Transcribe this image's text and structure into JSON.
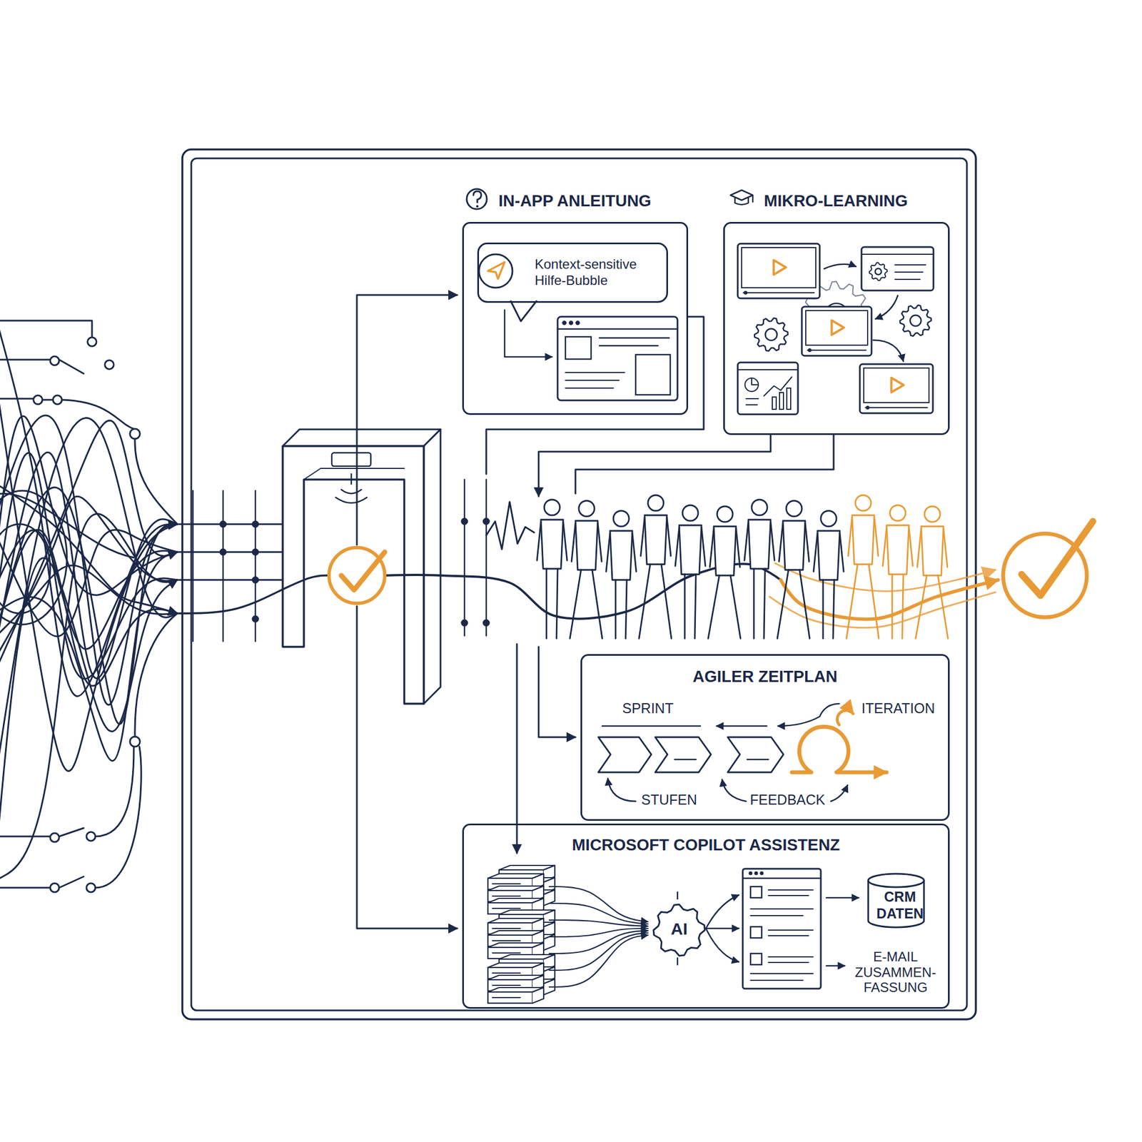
{
  "diagram": {
    "nodes": [
      {
        "text": [
          "IN-APP ANLEITUNG"
        ]
      },
      {
        "text": [
          "Kontext-sensitive Hilfe-Bubble"
        ],
        "in": 0
      },
      {
        "text": [
          "MIKRO-LEARNING"
        ]
      },
      {
        "text": [
          "AGILER ZEITPLAN"
        ]
      },
      {
        "text": [
          "MICROSOFT COPILOT ASSISTENZ"
        ]
      },
      {
        "text": [
          "AI"
        ],
        "in": 4
      },
      {
        "text": [
          "CRM DATEN"
        ],
        "in": 4
      }
    ],
    "labels": [
      "SPRINT",
      "ITERATION",
      "STUFEN",
      "FEEDBACK",
      "E-MAIL ZUSAMMEN- FASSUNG"
    ]
  }
}
